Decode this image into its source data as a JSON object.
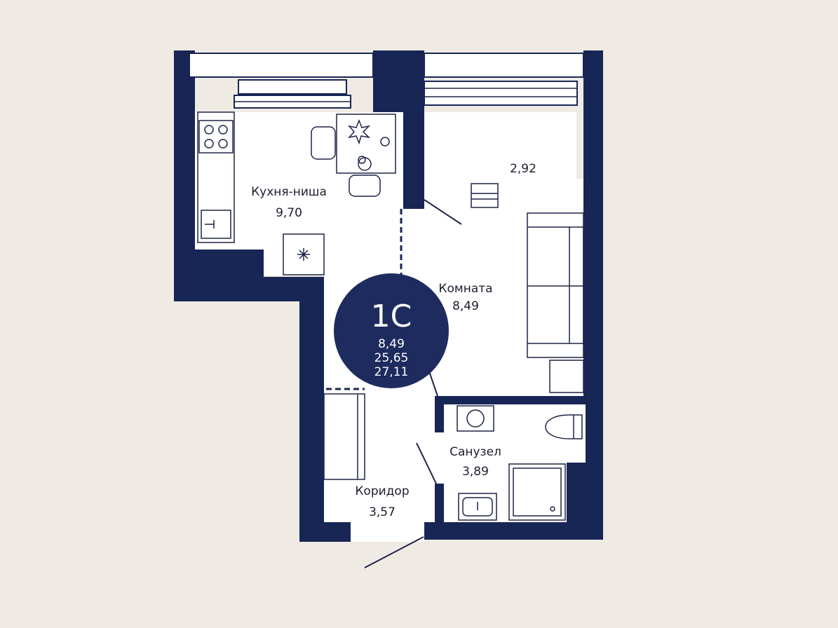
{
  "plan": {
    "badge": {
      "type": "1С",
      "living_area": "8,49",
      "total_area": "25,65",
      "total_with_balcony": "27,11"
    },
    "rooms": {
      "kitchen": {
        "name": "Кухня-ниша",
        "area": "9,70"
      },
      "room": {
        "name": "Комната",
        "area": "8,49"
      },
      "balcony": {
        "area": "2,92"
      },
      "bathroom": {
        "name": "Санузел",
        "area": "3,89"
      },
      "corridor": {
        "name": "Коридор",
        "area": "3,57"
      }
    },
    "colors": {
      "wall": "#182655",
      "badge": "#1d2b5e",
      "floor": "#ffffff",
      "paper": "#efebe4"
    }
  }
}
